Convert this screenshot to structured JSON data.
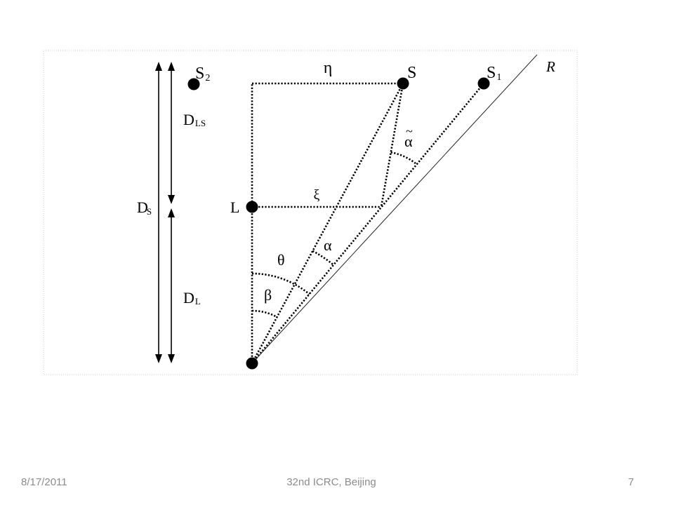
{
  "diagram": {
    "points": {
      "source": {
        "label": "S"
      },
      "image_1": {
        "label": "S",
        "sub": "1"
      },
      "image_2": {
        "label": "S",
        "sub": "2"
      },
      "lens": {
        "label": "L"
      }
    },
    "line_labels": {
      "reference_line": "R",
      "impact_parameter": "ξ",
      "source_offset": "η"
    },
    "angles": {
      "alpha": "α",
      "alpha_tilde": {
        "symbol": "α",
        "accent": "~"
      },
      "theta": "θ",
      "beta": "β"
    },
    "distances": {
      "source_distance": {
        "label": "D",
        "sub": "S"
      },
      "lens_source_distance": {
        "label": "D",
        "sub": "LS"
      },
      "lens_distance": {
        "label": "D",
        "sub": "L"
      }
    }
  },
  "footer": {
    "date": "8/17/2011",
    "event": "32nd ICRC, Beijing",
    "page_number": "7"
  },
  "colors": {
    "ink": "#000000",
    "footer_text": "#8c8c8c",
    "frame": "#cfcfcf",
    "background": "#ffffff"
  }
}
